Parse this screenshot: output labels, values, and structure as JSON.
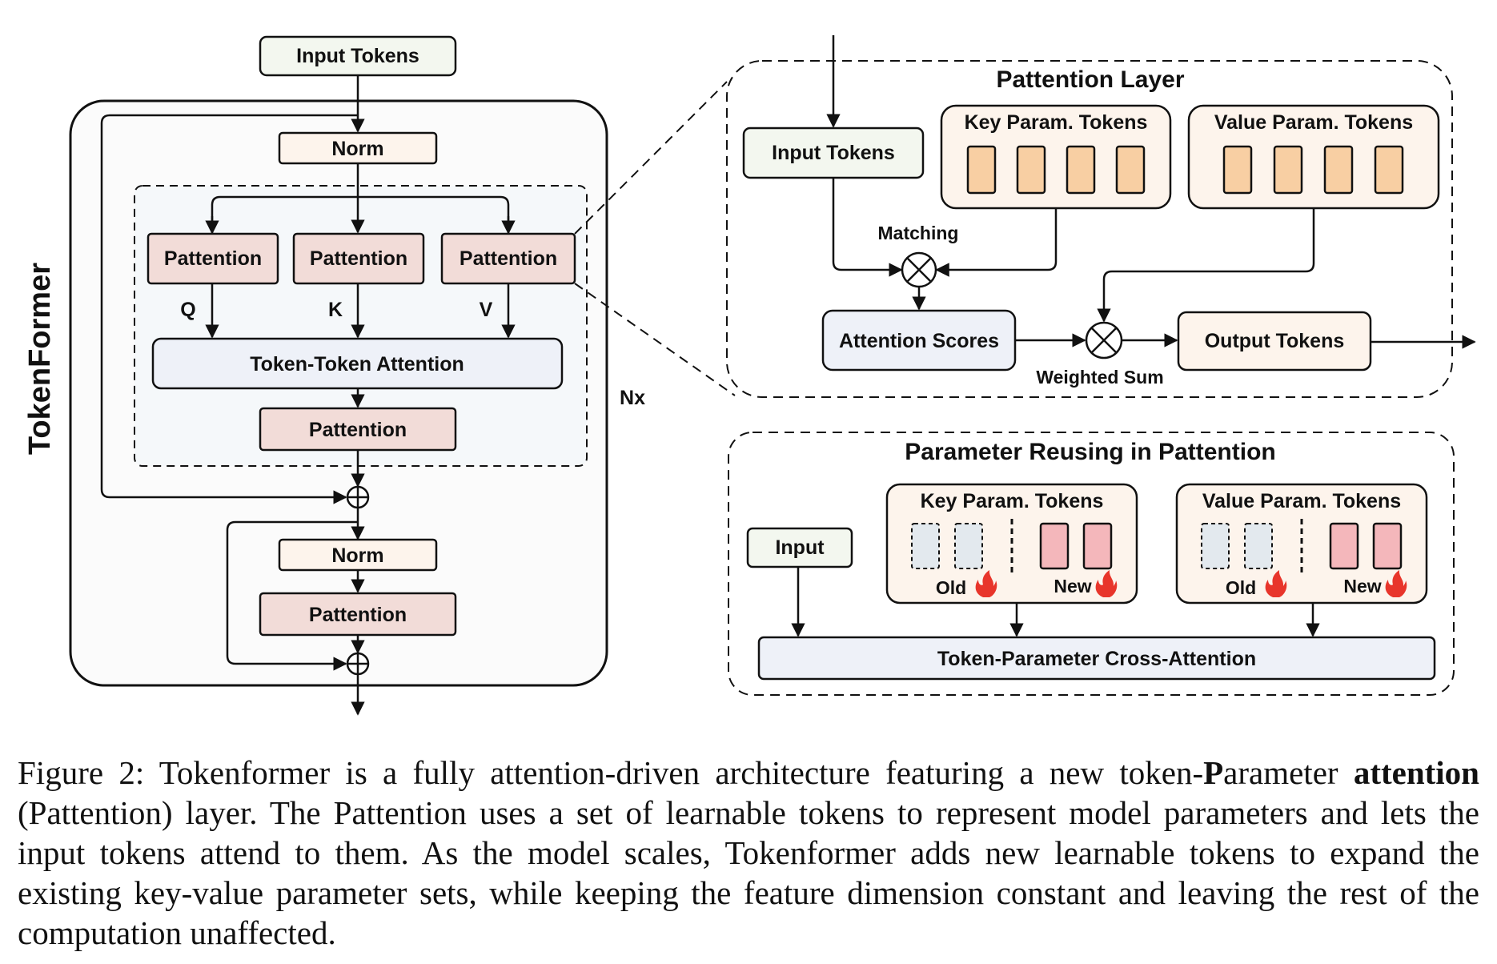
{
  "figure": {
    "left": {
      "side_label": "TokenFormer",
      "input_tokens": "Input Tokens",
      "norm": "Norm",
      "pattention": "Pattention",
      "q": "Q",
      "k": "K",
      "v": "V",
      "token_token_attention": "Token-Token Attention",
      "nx": "Nx"
    },
    "pattention_layer": {
      "title": "Pattention Layer",
      "input_tokens": "Input Tokens",
      "key_param_tokens": "Key Param. Tokens",
      "value_param_tokens": "Value Param. Tokens",
      "matching": "Matching",
      "attention_scores": "Attention Scores",
      "weighted_sum": "Weighted Sum",
      "output_tokens": "Output Tokens"
    },
    "reuse": {
      "title": "Parameter Reusing in Pattention",
      "input": "Input",
      "key_param_tokens": "Key Param. Tokens",
      "value_param_tokens": "Value Param. Tokens",
      "old": "Old",
      "new": "New",
      "cross_attention": "Token-Parameter Cross-Attention"
    },
    "colors": {
      "pattention_fill": "#f2dcd8",
      "norm_fill": "#fdf4ec",
      "input_fill": "#f3f7ef",
      "attention_fill": "#eef1f8",
      "key_token_fill": "#f8cfa3",
      "new_token_fill": "#f4b7bb",
      "old_token_fill": "#e3e9ee",
      "flame": "#e8352b"
    }
  },
  "caption": {
    "prefix": "Figure 2:  Tokenformer is a fully attention-driven architecture featuring a new token-",
    "bold_p": "P",
    "mid1": "arameter ",
    "bold_attention": "attention",
    "rest": " (Pattention) layer.  The Pattention uses a set of learnable tokens to represent model parameters and lets the input tokens attend to them. As the model scales, Tokenformer adds new learnable tokens to expand the existing key-value parameter sets, while keeping the feature dimension constant and leaving the rest of the computation unaffected."
  }
}
